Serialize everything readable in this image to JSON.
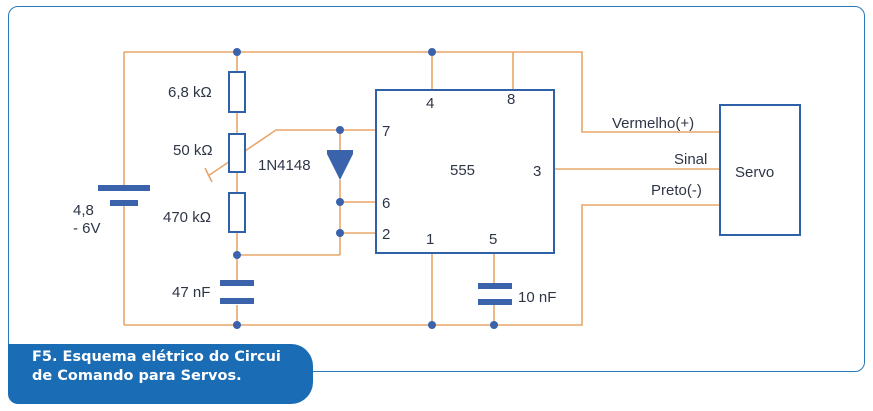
{
  "figure": {
    "caption_line1": "F5. Esquema elétrico do Circui",
    "caption_line2": "de Comando para Servos."
  },
  "components": {
    "r1_label": "6,8 kΩ",
    "r2_label": "50 kΩ",
    "r3_label": "470 kΩ",
    "diode_label": "1N4148",
    "c1_label": "47 nF",
    "c2_label": "10 nF",
    "battery_label_1": "4,8",
    "battery_label_2": "- 6V",
    "ic_label": "555",
    "servo_label": "Servo"
  },
  "pins": {
    "p4": "4",
    "p8": "8",
    "p7": "7",
    "p6": "6",
    "p2": "2",
    "p1": "1",
    "p5": "5",
    "p3": "3"
  },
  "servo_wires": {
    "red": "Vermelho(+)",
    "signal": "Sinal",
    "black": "Preto(-)"
  },
  "colors": {
    "wire": "#e8a66a",
    "component": "#2f61a8",
    "caption_bg": "#1a6cb5",
    "frame": "#2a78b8"
  }
}
